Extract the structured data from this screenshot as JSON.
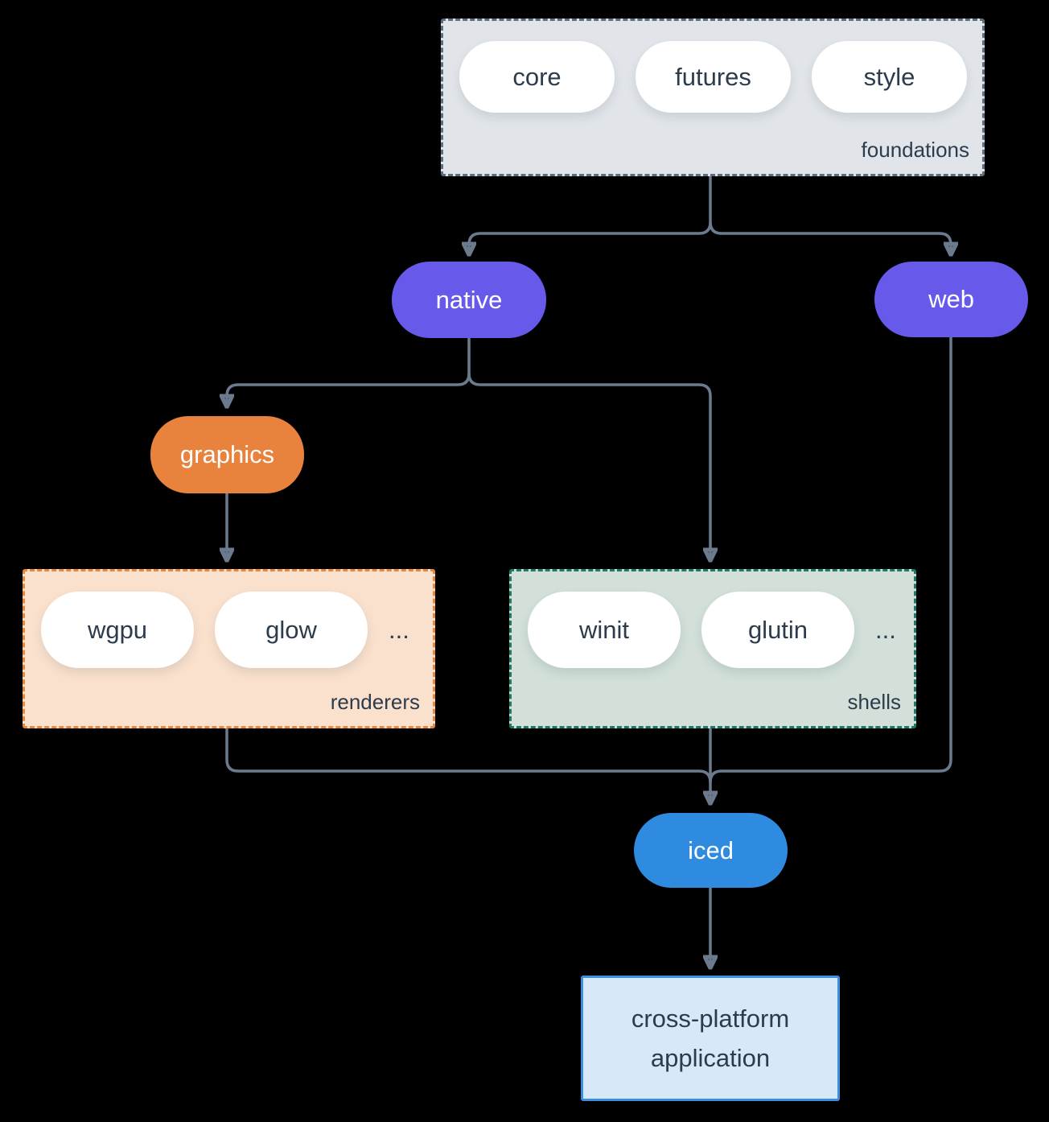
{
  "colors": {
    "bg": "#000000",
    "line": "#6b7a8d",
    "ink": "#2c3c4c",
    "purple": "#6759ea",
    "orange": "#e8823c",
    "blue": "#2e8be0",
    "foundations-fill": "#e1e5e9",
    "foundations-border": "#5e6e7e",
    "renderers-fill": "#fae1cd",
    "renderers-border": "#e8883b",
    "shells-fill": "#d2e0d9",
    "shells-border": "#1e7a68",
    "app-fill": "#d7e9f9",
    "app-border": "#3d8ede",
    "pill-fill": "#ffffff"
  },
  "foundations": {
    "label": "foundations",
    "pills": [
      "core",
      "futures",
      "style"
    ]
  },
  "native": {
    "label": "native"
  },
  "web": {
    "label": "web"
  },
  "graphics": {
    "label": "graphics"
  },
  "renderers": {
    "label": "renderers",
    "pills": [
      "wgpu",
      "glow"
    ],
    "more": "..."
  },
  "shells": {
    "label": "shells",
    "pills": [
      "winit",
      "glutin"
    ],
    "more": "..."
  },
  "iced": {
    "label": "iced"
  },
  "application": {
    "label": "cross-platform application"
  },
  "edges": [
    {
      "from": "foundations",
      "to": "native"
    },
    {
      "from": "foundations",
      "to": "web"
    },
    {
      "from": "native",
      "to": "graphics"
    },
    {
      "from": "native",
      "to": "shells"
    },
    {
      "from": "graphics",
      "to": "renderers"
    },
    {
      "from": "renderers",
      "to": "iced"
    },
    {
      "from": "web",
      "to": "iced"
    },
    {
      "from": "shells",
      "to": "iced"
    },
    {
      "from": "iced",
      "to": "application"
    }
  ]
}
